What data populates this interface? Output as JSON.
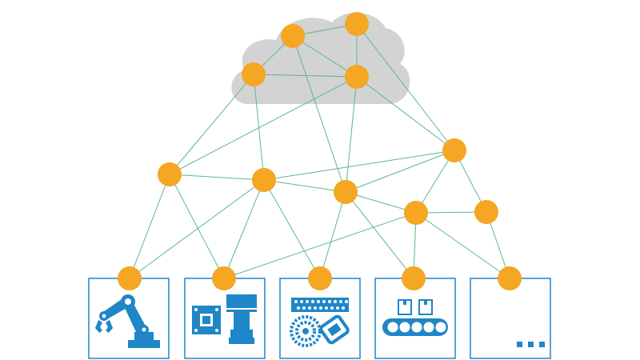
{
  "colors": {
    "node": "#f5a623",
    "edge": "#5cb88a",
    "cloud": "#d3d3d3",
    "device": "#1f86c7",
    "background": "#ffffff"
  },
  "cloud": {
    "icon": "cloud-shape",
    "nodes": [
      "cloud-node-1",
      "cloud-node-2",
      "cloud-node-3",
      "cloud-node-4"
    ]
  },
  "network": {
    "nodes": [
      "mesh-node-1",
      "mesh-node-2",
      "mesh-node-3",
      "mesh-node-4",
      "mesh-node-5",
      "mesh-node-6",
      "mesh-node-7"
    ]
  },
  "devices": [
    {
      "name": "robot-arm-icon"
    },
    {
      "name": "camera-sensor-icon"
    },
    {
      "name": "conveyor-parts-icon"
    },
    {
      "name": "conveyor-belt-icon"
    },
    {
      "name": "more-devices-icon",
      "text": "..."
    }
  ]
}
